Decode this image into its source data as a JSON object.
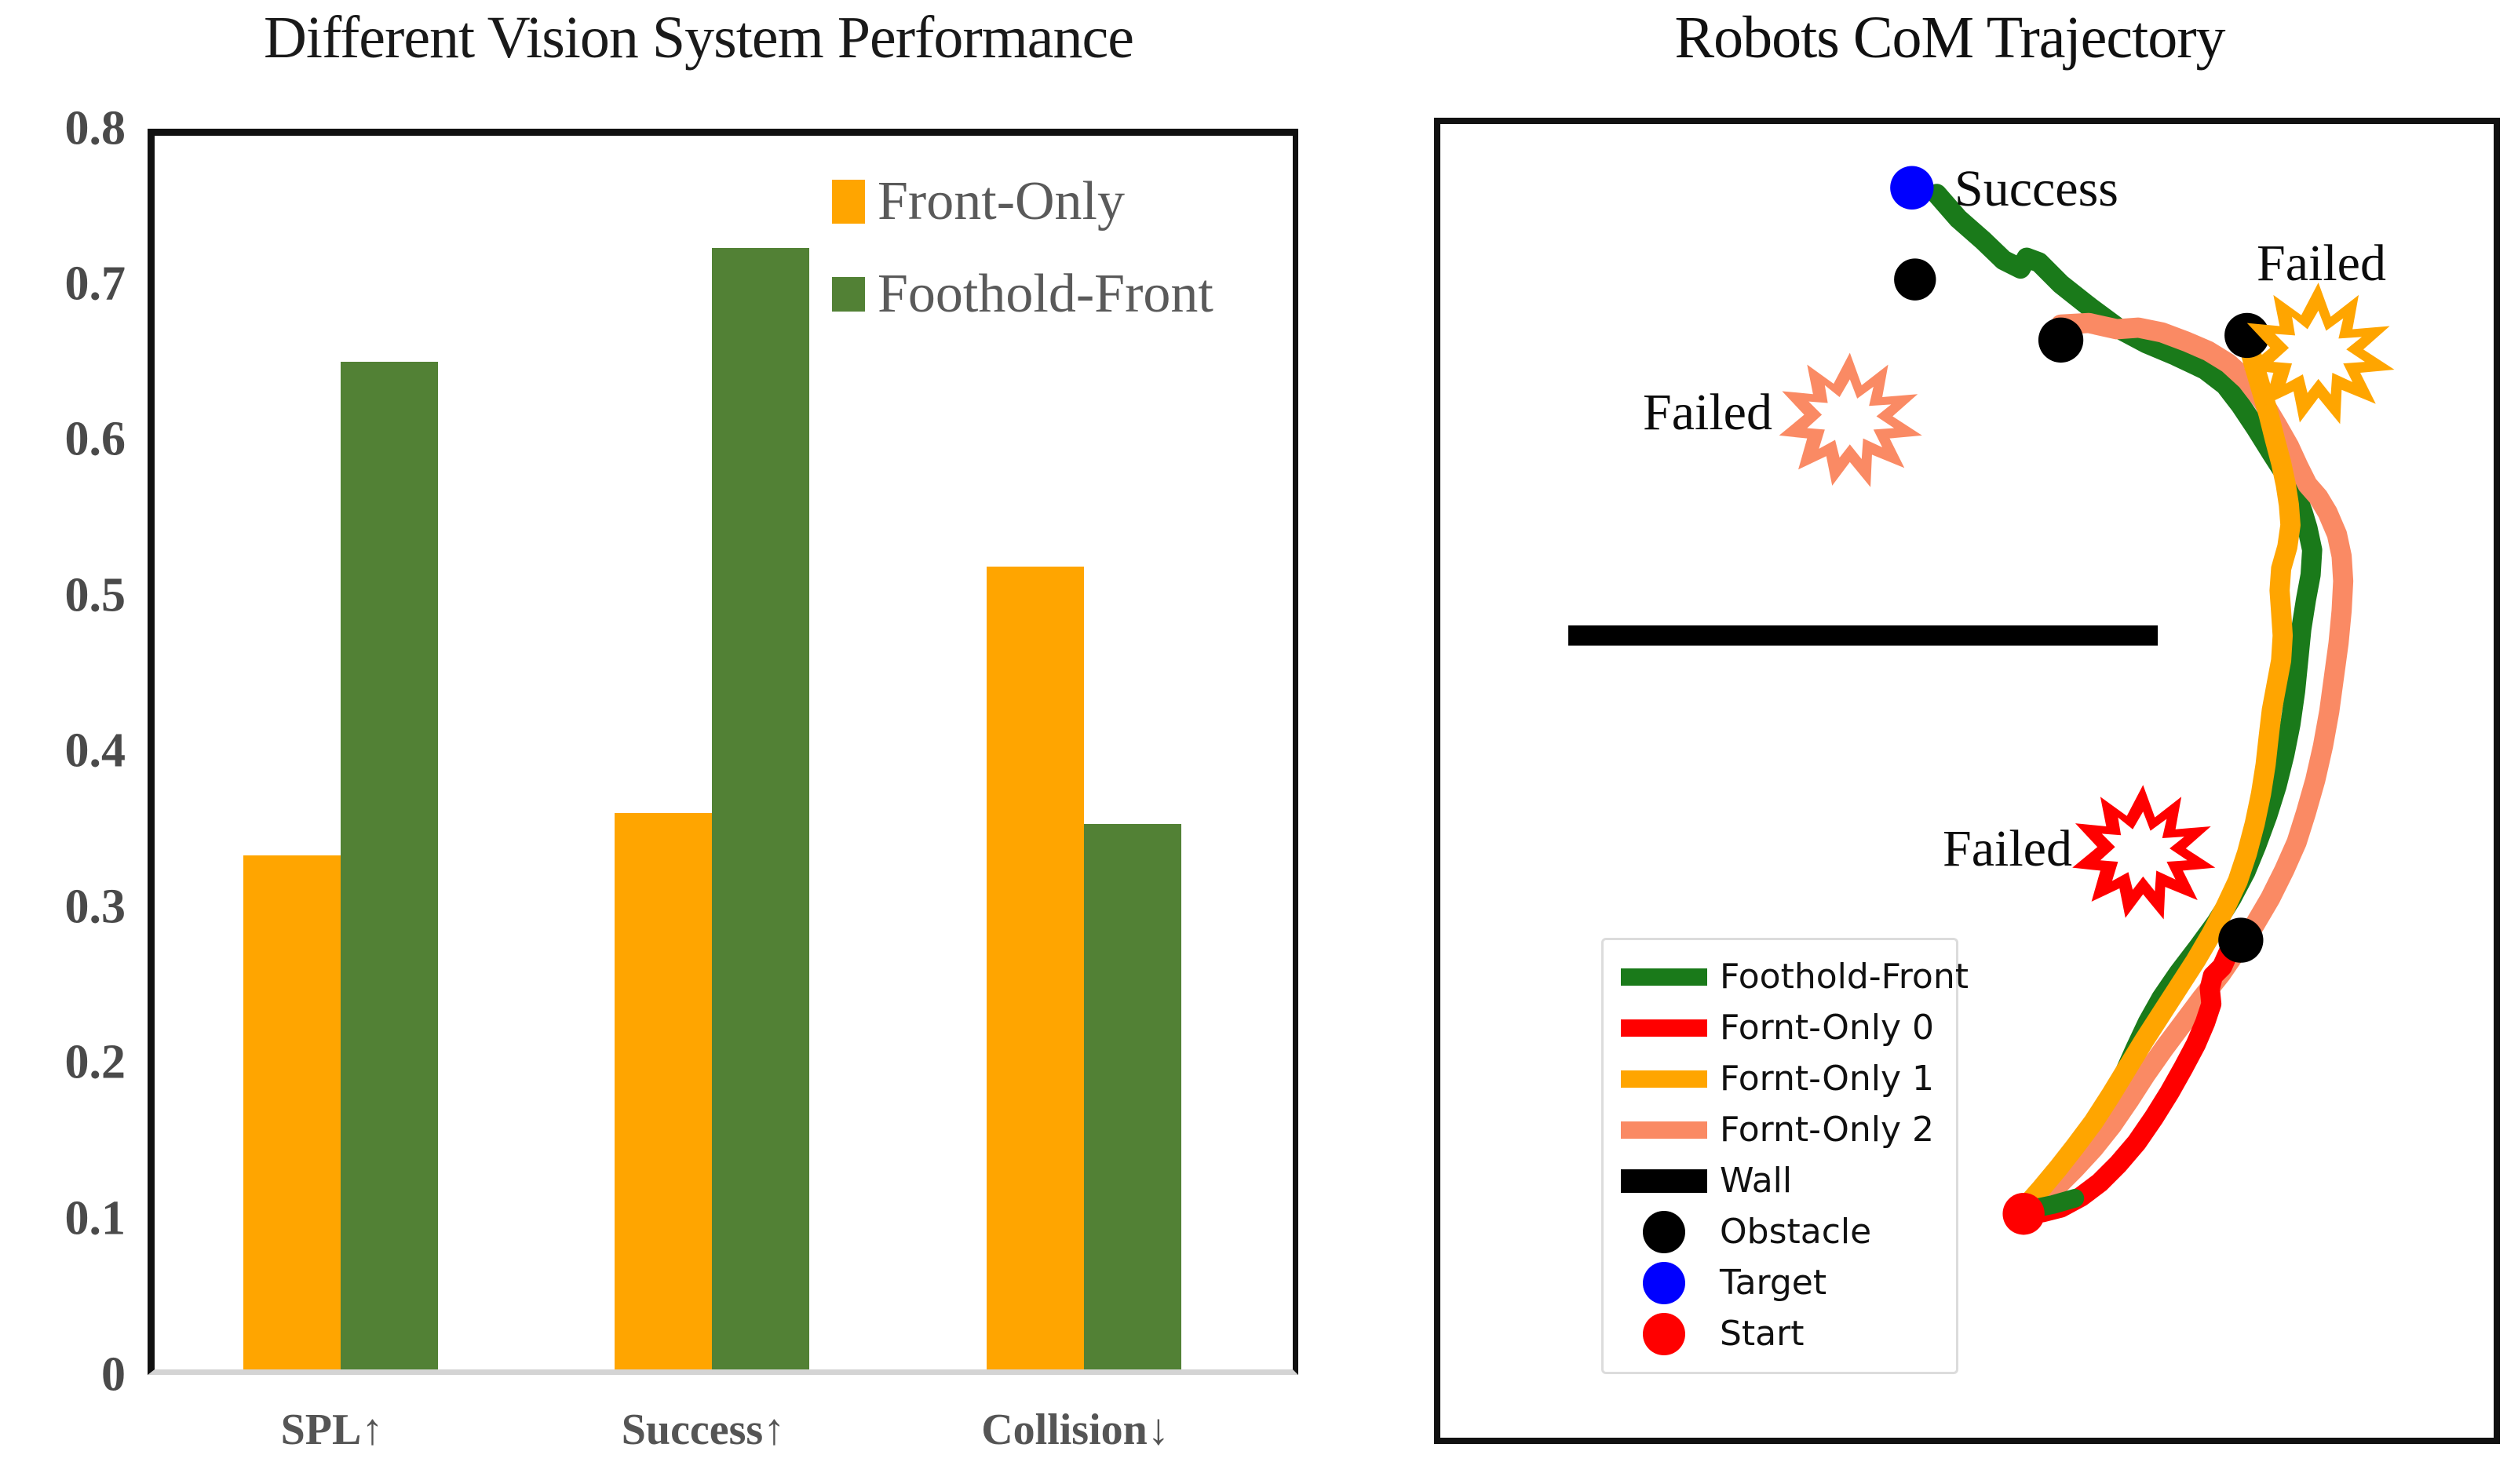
{
  "bar_panel": {
    "title": "Different Vision System Performance",
    "legend": [
      {
        "label": "Front-Only",
        "color": "#FFA500"
      },
      {
        "label": "Foothold-Front",
        "color": "#528135"
      }
    ]
  },
  "traj_panel": {
    "title": "Robots CoM Trajectory",
    "annotations": [
      {
        "text": "Success",
        "marker": "blue-dot"
      },
      {
        "text": "Failed",
        "marker": "orange-burst"
      },
      {
        "text": "Failed",
        "marker": "salmon-burst"
      },
      {
        "text": "Failed",
        "marker": "red-burst"
      }
    ],
    "legend": [
      {
        "label": "Foothold-Front",
        "color": "#1a7a1a",
        "kind": "line"
      },
      {
        "label": "Fornt-Only 0",
        "color": "#ff0000",
        "kind": "line"
      },
      {
        "label": "Fornt-Only 1",
        "color": "#FFA500",
        "kind": "line"
      },
      {
        "label": "Fornt-Only 2",
        "color": "#fa8a64",
        "kind": "line"
      },
      {
        "label": "Wall",
        "color": "#000000",
        "kind": "line"
      },
      {
        "label": "Obstacle",
        "color": "#000000",
        "kind": "dot"
      },
      {
        "label": "Target",
        "color": "#0000ff",
        "kind": "dot"
      },
      {
        "label": "Start",
        "color": "#ff0000",
        "kind": "dot"
      }
    ]
  },
  "chart_data": [
    {
      "type": "bar",
      "title": "Different Vision System Performance",
      "xlabel": "",
      "ylabel": "",
      "ylim": [
        0,
        0.8
      ],
      "yticks": [
        "0",
        "0.1",
        "0.2",
        "0.3",
        "0.4",
        "0.5",
        "0.6",
        "0.7",
        "0.8"
      ],
      "categories": [
        "SPL↑",
        "Success↑",
        "Collision↓"
      ],
      "grid": false,
      "legend_position": "upper-right",
      "series": [
        {
          "name": "Front-Only",
          "color": "#FFA500",
          "values": [
            0.33,
            0.357,
            0.515
          ]
        },
        {
          "name": "Foothold-Front",
          "color": "#528135",
          "values": [
            0.647,
            0.72,
            0.35
          ]
        }
      ]
    },
    {
      "type": "line",
      "title": "Robots CoM Trajectory",
      "xlabel": "",
      "ylabel": "",
      "grid": false,
      "legend_position": "lower-left",
      "series": [
        {
          "name": "Foothold-Front",
          "color": "#1a7a1a",
          "outcome": "Success"
        },
        {
          "name": "Fornt-Only 0",
          "color": "#ff0000",
          "outcome": "Failed"
        },
        {
          "name": "Fornt-Only 1",
          "color": "#FFA500",
          "outcome": "Failed"
        },
        {
          "name": "Fornt-Only 2",
          "color": "#fa8a64",
          "outcome": "Failed"
        }
      ],
      "markers": [
        {
          "name": "Wall",
          "color": "#000000"
        },
        {
          "name": "Obstacle",
          "color": "#000000"
        },
        {
          "name": "Target",
          "color": "#0000ff"
        },
        {
          "name": "Start",
          "color": "#ff0000"
        }
      ]
    }
  ]
}
